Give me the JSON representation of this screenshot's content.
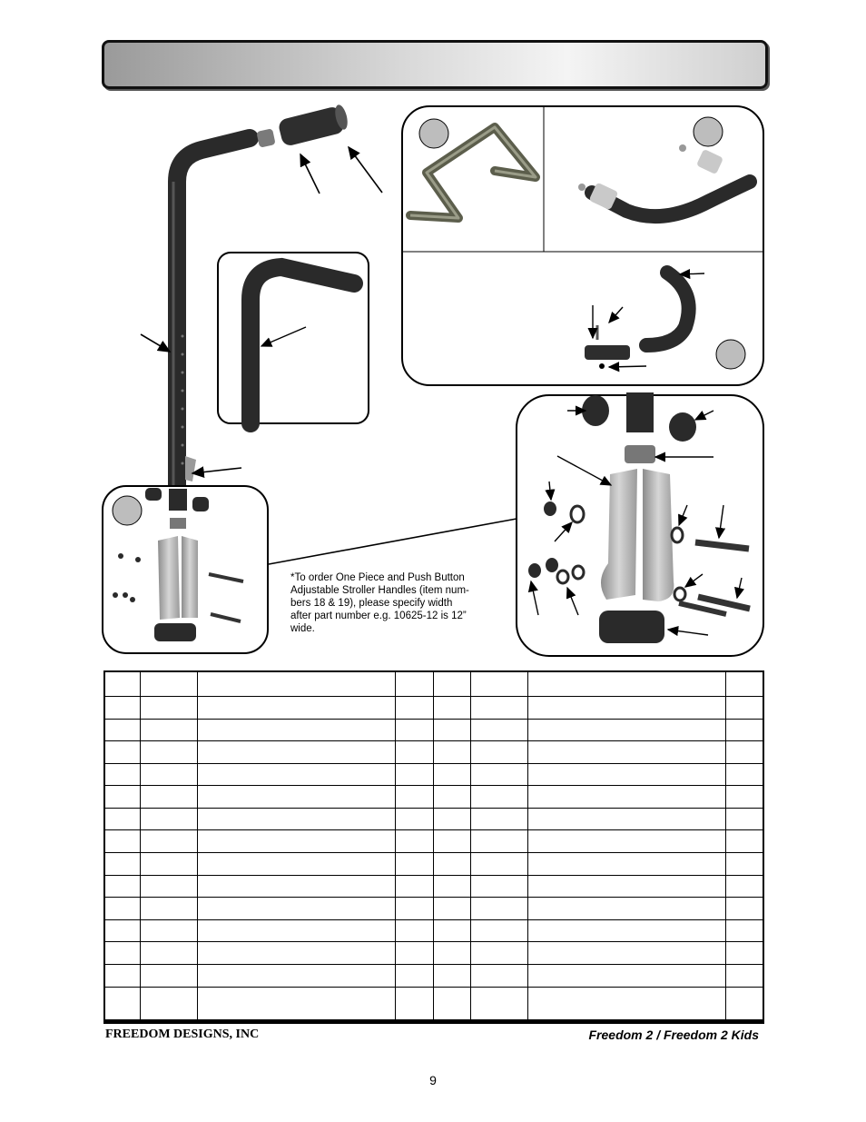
{
  "note": {
    "lines": [
      "*To order One Piece and Push Button",
      "Adjustable Stroller Handles (item num-",
      "bers 18 & 19), please specify width",
      "after part number e.g. 10625-12 is 12”",
      "wide."
    ]
  },
  "table": {
    "rows": 15,
    "columns": 8
  },
  "footer": {
    "company": "FREEDOM DESIGNS, INC",
    "product": "Freedom 2 / Freedom 2 Kids",
    "page_number": "9"
  },
  "colors": {
    "tube": "#2a2a2a",
    "bracket": "#b8b8b8",
    "callout_circle": "#bdbdbd"
  }
}
